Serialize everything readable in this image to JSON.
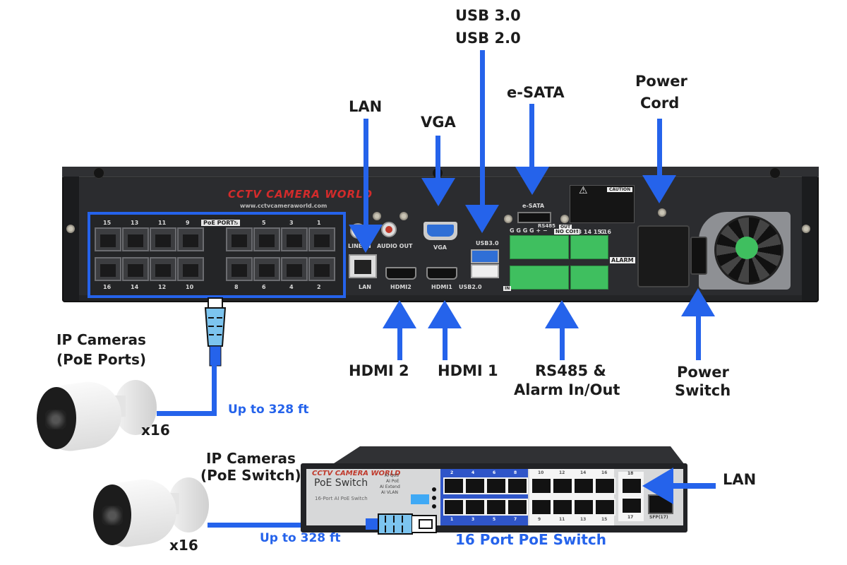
{
  "diagram": {
    "nvr": {
      "brand": "CCTV CAMERA WORLD",
      "brand_url": "www.cctvcameraworld.com",
      "poe_ports_label": "PoE PORTS",
      "poe_top_numbers": [
        "15",
        "13",
        "11",
        "9",
        "7",
        "5",
        "3",
        "1"
      ],
      "poe_bottom_numbers": [
        "16",
        "14",
        "12",
        "10",
        "8",
        "6",
        "4",
        "2"
      ],
      "panel_labels": {
        "line_in": "LINE IN",
        "audio_out": "AUDIO OUT",
        "vga": "VGA",
        "usb30": "USB3.0",
        "usb20": "USB2.0",
        "lan": "LAN",
        "hdmi2": "HDMI2",
        "hdmi1": "HDMI1",
        "esata": "e-SATA",
        "rs485": "RS485",
        "terminal_row": "G  G  G  G  +  −",
        "out": "OUT",
        "no_com": "NO COM",
        "alarm_numbers": "13  14  15  16",
        "g": "G",
        "alarm": "ALARM",
        "in": "IN",
        "caution": "CAUTION"
      }
    },
    "callouts": {
      "usb": [
        "USB 3.0",
        "USB 2.0"
      ],
      "lan": "LAN",
      "vga": "VGA",
      "esata": "e-SATA",
      "power_cord": [
        "Power",
        "Cord"
      ],
      "hdmi2": "HDMI 2",
      "hdmi1": "HDMI 1",
      "rs485_alarm": [
        "RS485 &",
        "Alarm In/Out"
      ],
      "power_switch": [
        "Power",
        "Switch"
      ],
      "switch_lan": "LAN"
    },
    "cameras_poe_ports": {
      "title": [
        "IP Cameras",
        "(PoE Ports)"
      ],
      "count": "x16",
      "distance": "Up to 328 ft"
    },
    "cameras_poe_switch": {
      "title": [
        "IP Cameras",
        "(PoE Switch)"
      ],
      "count": "x16",
      "distance": "Up to 328 ft"
    },
    "poe_switch": {
      "brand": "CCTV CAMERA WORLD",
      "title": "PoE Switch",
      "subtitle": "16-Port AI PoE Switch",
      "dip_labels": [
        "AI QoS",
        "AI PoE",
        "AI Extend",
        "AI VLAN"
      ],
      "caption": "16 Port PoE Switch",
      "uplink_numbers": [
        "18",
        "17"
      ],
      "sfp_label": "SFP(17)",
      "top_numbers": [
        "2",
        "4",
        "6",
        "8",
        "10",
        "12",
        "14",
        "16"
      ],
      "bottom_numbers": [
        "1",
        "3",
        "5",
        "7",
        "9",
        "11",
        "13",
        "15"
      ]
    },
    "colors": {
      "accent": "#2563eb",
      "text": "#1c1c1c",
      "brand_red": "#d22b2b",
      "terminal_green": "#3fbf5f"
    }
  }
}
